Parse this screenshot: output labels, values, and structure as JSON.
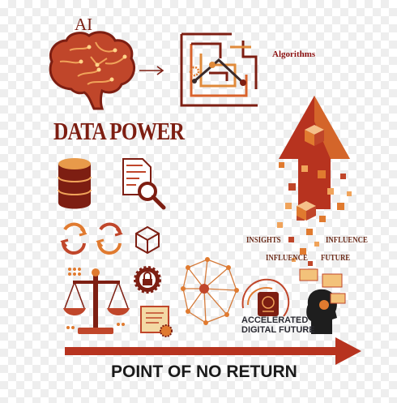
{
  "title": "AI",
  "labels": {
    "algorithms": "Algorithms",
    "data_power": "DATA POWER",
    "insights": "INSIGHTS",
    "influence_top": "INFLUENCE",
    "influence_bottom": "INFLUENCE",
    "future": "FUTURE",
    "accelerated": "ACCELERATED",
    "digital_future": "DIGITAL FUTURE",
    "point_of_no_return": "POINT OF NO RETURN"
  },
  "icons": [
    "brain-icon",
    "right-arrow-icon",
    "circuit-maze-icon",
    "database-icon",
    "document-search-icon",
    "recycle-icon",
    "cube-icon",
    "balance-scale-icon",
    "padlock-gear-icon",
    "scroll-gear-icon",
    "network-hub-icon",
    "passport-icon",
    "human-head-icon",
    "upward-arrow-icon",
    "main-arrow-icon"
  ],
  "colors": {
    "dark_red": "#7d1e12",
    "red": "#c0392b",
    "orange": "#e07a2f",
    "light_orange": "#f0a35a",
    "text_dark": "#1a1a1a"
  }
}
